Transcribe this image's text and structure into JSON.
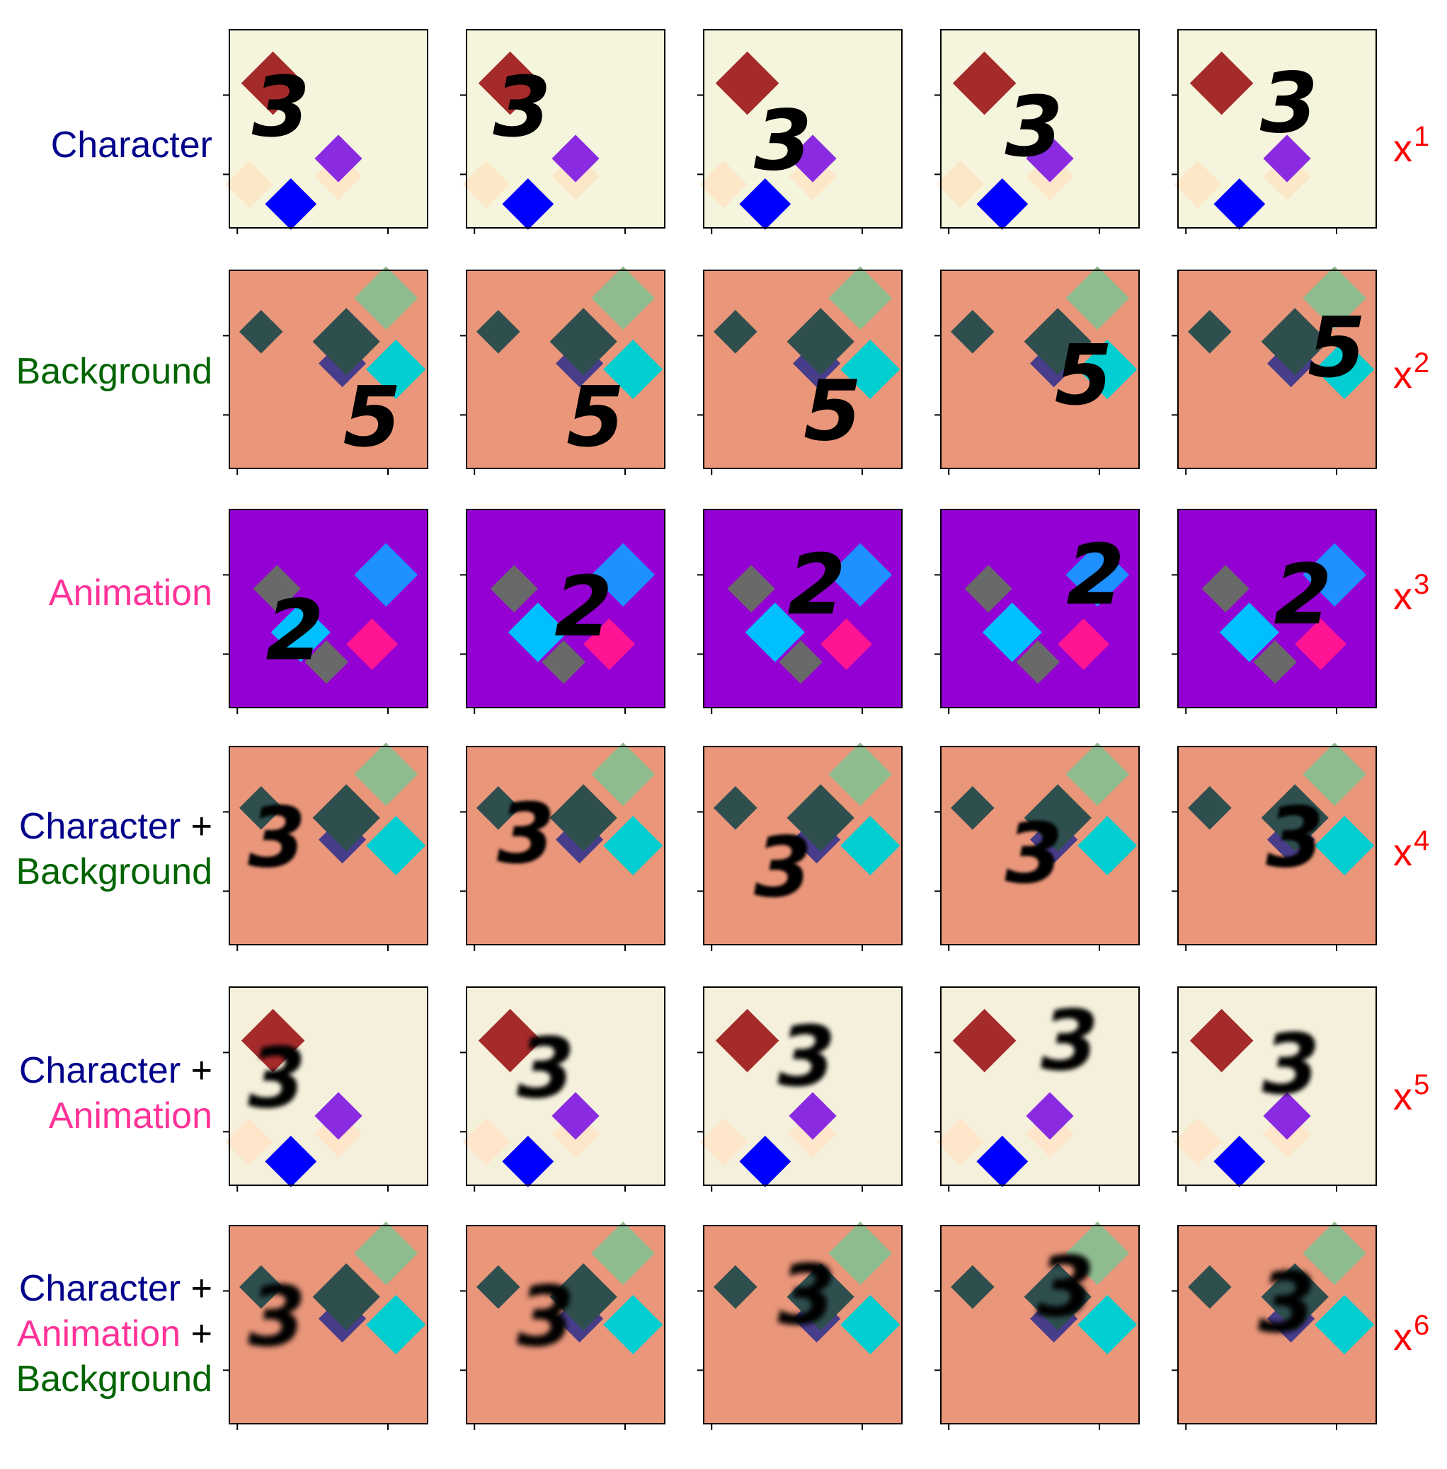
{
  "colors": {
    "character": "#00008b",
    "background": "#006400",
    "animation": "#ff3399",
    "plus": "#000000",
    "tag": "#ff0000"
  },
  "rows": [
    {
      "label": [
        {
          "text": "Character",
          "kind": "character"
        }
      ],
      "tag_base": "x",
      "tag_exp": "1",
      "bg": "#f5f4dc",
      "digit": "3",
      "blur": 0,
      "shapes": [
        {
          "c": "#ffe4c4",
          "r": 0.12
        },
        {
          "c": "#ffe4c4",
          "r": 0.12
        },
        {
          "c": "#a52a2a",
          "r": 0.16
        },
        {
          "c": "#8a2be2",
          "r": 0.12
        },
        {
          "c": "#0000ff",
          "r": 0.13
        }
      ]
    },
    {
      "label": [
        {
          "text": "Background",
          "kind": "background"
        }
      ],
      "tag_base": "x",
      "tag_exp": "2",
      "bg": "#e9967a",
      "digit": "5",
      "blur": 0,
      "shapes": [
        {
          "c": "#8fbc8f",
          "r": 0.16
        },
        {
          "c": "#483d8b",
          "r": 0.12
        },
        {
          "c": "#2f4f4f",
          "r": 0.11
        },
        {
          "c": "#2f4f4f",
          "r": 0.17
        },
        {
          "c": "#00ced1",
          "r": 0.15
        }
      ]
    },
    {
      "label": [
        {
          "text": "Animation",
          "kind": "animation"
        }
      ],
      "tag_base": "x",
      "tag_exp": "3",
      "bg": "#9400d3",
      "digit": "2",
      "blur": 0,
      "shapes": [
        {
          "c": "#696969",
          "r": 0.12
        },
        {
          "c": "#1e90ff",
          "r": 0.16
        },
        {
          "c": "#00bfff",
          "r": 0.15
        },
        {
          "c": "#696969",
          "r": 0.11
        },
        {
          "c": "#ff1493",
          "r": 0.13
        }
      ]
    },
    {
      "label": [
        {
          "text": "Character",
          "kind": "character",
          "plus": true
        },
        {
          "text": "Background",
          "kind": "background"
        }
      ],
      "tag_base": "x",
      "tag_exp": "4",
      "bg": "#e9967a",
      "digit": "3",
      "blur": 1,
      "shapes": [
        {
          "c": "#8fbc8f",
          "r": 0.16
        },
        {
          "c": "#483d8b",
          "r": 0.12
        },
        {
          "c": "#2f4f4f",
          "r": 0.11
        },
        {
          "c": "#2f4f4f",
          "r": 0.17
        },
        {
          "c": "#00ced1",
          "r": 0.15
        }
      ]
    },
    {
      "label": [
        {
          "text": "Character",
          "kind": "character",
          "plus": true
        },
        {
          "text": "Animation",
          "kind": "animation"
        }
      ],
      "tag_base": "x",
      "tag_exp": "5",
      "bg": "#f5f0dc",
      "digit": "3",
      "blur": 1.6,
      "shapes": [
        {
          "c": "#ffe4c4",
          "r": 0.12
        },
        {
          "c": "#ffe4c4",
          "r": 0.12
        },
        {
          "c": "#a52a2a",
          "r": 0.16
        },
        {
          "c": "#8a2be2",
          "r": 0.12
        },
        {
          "c": "#0000ff",
          "r": 0.13
        }
      ]
    },
    {
      "label": [
        {
          "text": "Character",
          "kind": "character",
          "plus": true
        },
        {
          "text": "Animation",
          "kind": "animation",
          "plus": true
        },
        {
          "text": "Background",
          "kind": "background"
        }
      ],
      "tag_base": "x",
      "tag_exp": "6",
      "bg": "#e9967a",
      "digit": "3",
      "blur": 1.8,
      "shapes": [
        {
          "c": "#8fbc8f",
          "r": 0.16
        },
        {
          "c": "#483d8b",
          "r": 0.12
        },
        {
          "c": "#2f4f4f",
          "r": 0.11
        },
        {
          "c": "#2f4f4f",
          "r": 0.17
        },
        {
          "c": "#00ced1",
          "r": 0.15
        }
      ]
    }
  ]
}
